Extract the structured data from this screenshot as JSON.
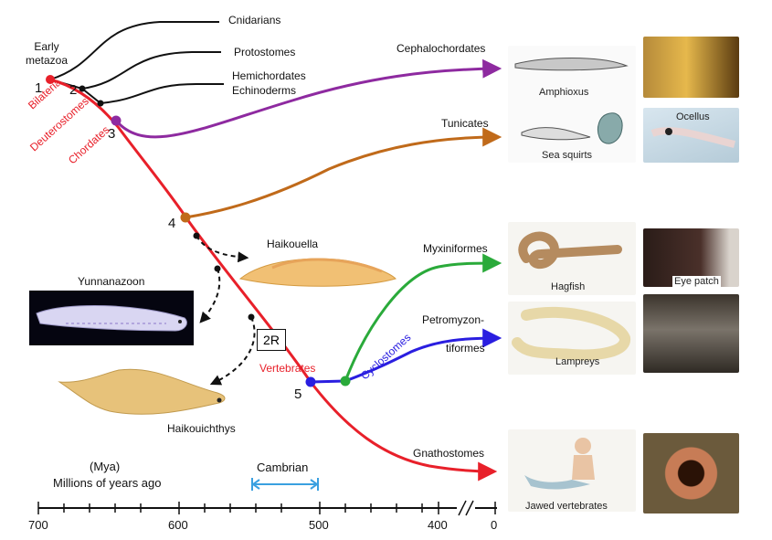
{
  "early_label": "Early\nmetazoa",
  "nodes": {
    "n1": "1",
    "n2": "2",
    "n3": "3",
    "n4": "4",
    "n5": "5"
  },
  "clades": {
    "bilateria": "Bilateria",
    "deuterostomes": "Deuterostomes",
    "chordates": "Chordates",
    "vertebrates": "Vertebrates",
    "cyclostomes": "Cyclostomes"
  },
  "taxa": {
    "cnidarians": "Cnidarians",
    "protostomes": "Protostomes",
    "hemichordates": "Hemichordates",
    "echinoderms": "Echinoderms",
    "cephalochordates": "Cephalochordates",
    "tunicates": "Tunicates",
    "myxiniformes": "Myxiniformes",
    "petromyzontiformes_1": "Petromyzon-",
    "petromyzontiformes_2": "tiformes",
    "gnathostomes": "Gnathostomes"
  },
  "fossils": {
    "haikouella": "Haikouella",
    "yunnanazoon": "Yunnanazoon",
    "haikouichthys": "Haikouichthys"
  },
  "event_2r": "2R",
  "image_captions": {
    "amphioxus": "Amphioxus",
    "sea_squirts": "Sea squirts",
    "ocellus": "Ocellus",
    "hagfish": "Hagfish",
    "eye_patch": "Eye patch",
    "lampreys": "Lampreys",
    "jawed_vertebrates": "Jawed vertebrates"
  },
  "axis": {
    "unit": "(Mya)",
    "title": "Millions of years ago",
    "period": "Cambrian",
    "ticks": [
      "700",
      "600",
      "500",
      "400",
      "0"
    ]
  },
  "colors": {
    "vertebrate_lineage": "#e8202a",
    "chordate_branch": "#8e2aa0",
    "tunicate_branch": "#c06a1a",
    "hagfish_branch": "#2aaa3a",
    "lamprey_branch": "#2a1ee0",
    "cambrian_bar": "#3aa0e0"
  }
}
